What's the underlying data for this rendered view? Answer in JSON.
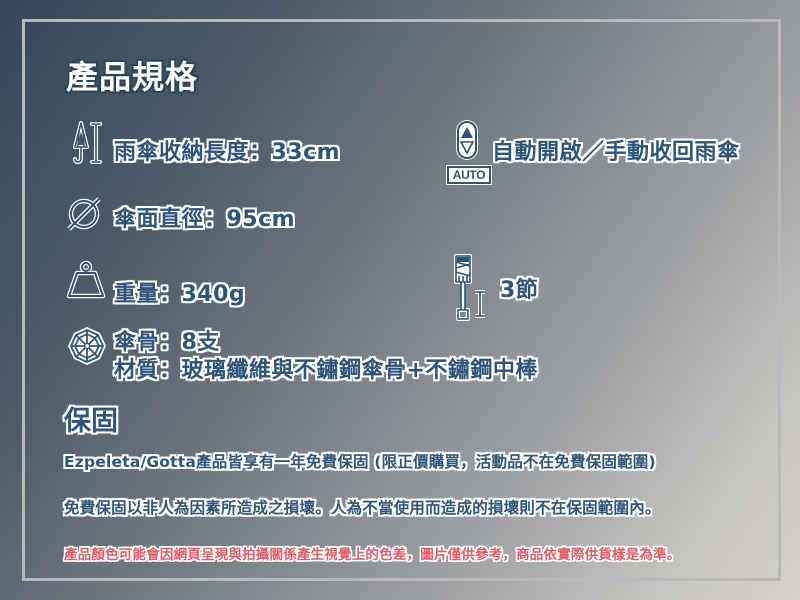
{
  "page": {
    "title": "產品規格",
    "colors": {
      "text_primary": "#2e5577",
      "text_outline": "#ffffff",
      "disclaimer": "#e05d68",
      "frame": "#b9b9b9"
    }
  },
  "specs": {
    "folded_length": {
      "icon": "folded-umbrella-length-icon",
      "label": "雨傘收納長度：33cm"
    },
    "canopy_diameter": {
      "icon": "diameter-icon",
      "label": "傘面直徑：95cm"
    },
    "weight": {
      "icon": "weight-icon",
      "label": "重量：340g"
    },
    "ribs": {
      "icon": "umbrella-ribs-icon",
      "label": "傘骨：8支"
    },
    "material": {
      "label": "材質：玻璃纖維與不鏽鋼傘骨+不鏽鋼中棒"
    },
    "auto_open": {
      "icon": "auto-open-close-icon",
      "icon_badge": "AUTO",
      "label": "自動開啟／手動收回雨傘"
    },
    "sections": {
      "icon": "telescopic-sections-icon",
      "label": "3節"
    }
  },
  "warranty": {
    "heading": "保固",
    "line1": "Ezpeleta/Gotta產品皆享有一年免費保固 (限正價購買，活動品不在免費保固範圍)",
    "line2": "免費保固以非人為因素所造成之損壞。人為不當使用而造成的損壞則不在保固範圍內。"
  },
  "disclaimer": "產品顏色可能會因網頁呈現與拍攝關係產生視覺上的色差，圖片僅供參考，商品依實際供貨樣是為準。"
}
